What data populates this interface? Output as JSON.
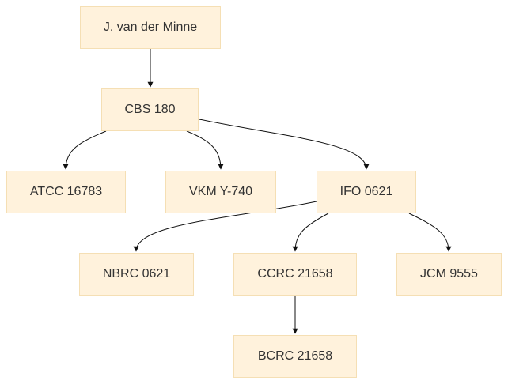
{
  "nodes": {
    "j_van_der_minne": "J. van der Minne",
    "cbs_180": "CBS 180",
    "atcc_16783": "ATCC 16783",
    "vkm_y_740": "VKM Y-740",
    "ifo_0621": "IFO 0621",
    "nbrc_0621": "NBRC 0621",
    "ccrc_21658": "CCRC 21658",
    "jcm_9555": "JCM 9555",
    "bcrc_21658": "BCRC 21658"
  },
  "edges": [
    [
      "j_van_der_minne",
      "cbs_180"
    ],
    [
      "cbs_180",
      "atcc_16783"
    ],
    [
      "cbs_180",
      "vkm_y_740"
    ],
    [
      "cbs_180",
      "ifo_0621"
    ],
    [
      "ifo_0621",
      "nbrc_0621"
    ],
    [
      "ifo_0621",
      "ccrc_21658"
    ],
    [
      "ifo_0621",
      "jcm_9555"
    ],
    [
      "ccrc_21658",
      "bcrc_21658"
    ]
  ],
  "colors": {
    "node_fill": "#fff2dc",
    "node_border": "#f5dfb4",
    "edge": "#111111",
    "text": "#333333"
  }
}
